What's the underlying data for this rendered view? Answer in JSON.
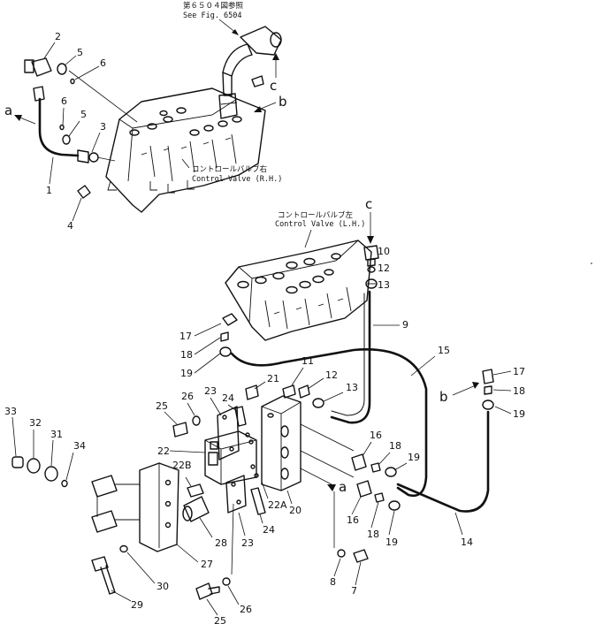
{
  "diagram": {
    "ref_note_jp": "第６５０４図参照",
    "ref_note_en": "See Fig. 6504",
    "valve_rh_jp": "コントロールバルブ右",
    "valve_rh_en": "Control Valve (R.H.)",
    "valve_lh_jp": "コントロールバルブ左",
    "valve_lh_en": "Control Valve (L.H.)"
  },
  "callouts": [
    "a",
    "b",
    "c",
    "c",
    "b",
    "a"
  ],
  "part_numbers": [
    "2",
    "5",
    "6",
    "6",
    "5",
    "3",
    "1",
    "4",
    "10",
    "12",
    "13",
    "9",
    "17",
    "18",
    "19",
    "15",
    "11",
    "12",
    "13",
    "21",
    "17",
    "18",
    "19",
    "26",
    "23",
    "24",
    "25",
    "22",
    "22B",
    "16",
    "18",
    "19",
    "16",
    "18",
    "19",
    "22A",
    "20",
    "24",
    "23",
    "28",
    "27",
    "33",
    "32",
    "31",
    "34",
    "30",
    "29",
    "8",
    "7",
    "25",
    "26",
    "14"
  ]
}
